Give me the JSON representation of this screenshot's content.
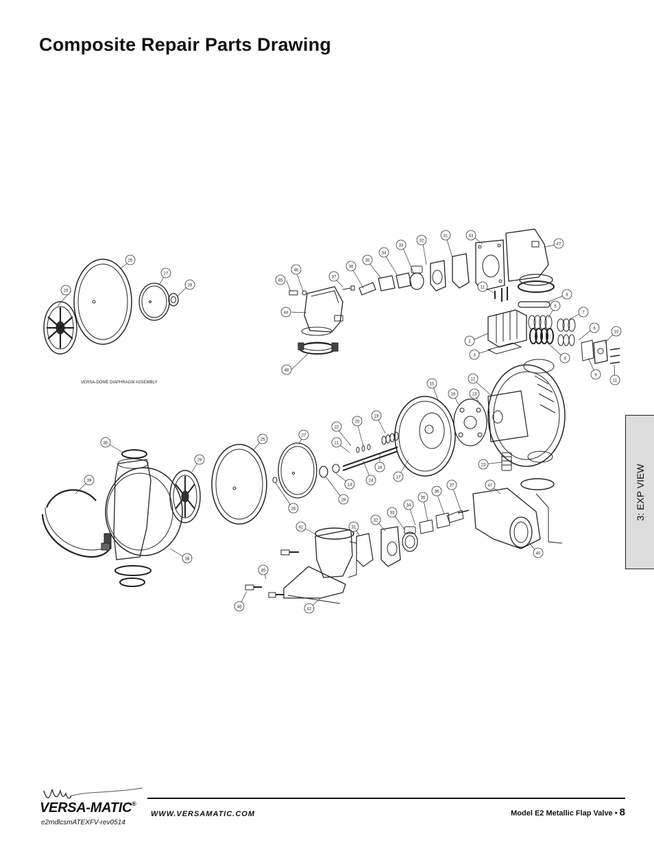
{
  "header": {
    "title": "Composite Repair Parts Drawing"
  },
  "side_tab": {
    "label": "3: EXP VIEW"
  },
  "drawing": {
    "assembly_caption": "VERSA-DOME DIAPHRAGM ASSEMBLY",
    "callouts": [
      {
        "id": "c29a",
        "label": "29"
      },
      {
        "id": "c25a",
        "label": "25"
      },
      {
        "id": "c27a",
        "label": "27"
      },
      {
        "id": "c28a",
        "label": "28"
      },
      {
        "id": "c45a",
        "label": "45"
      },
      {
        "id": "c46a",
        "label": "46"
      },
      {
        "id": "c44",
        "label": "44"
      },
      {
        "id": "c48",
        "label": "48"
      },
      {
        "id": "c37a",
        "label": "37"
      },
      {
        "id": "c36a",
        "label": "36"
      },
      {
        "id": "c35a",
        "label": "35"
      },
      {
        "id": "c34a",
        "label": "34"
      },
      {
        "id": "c33a",
        "label": "33"
      },
      {
        "id": "c32a",
        "label": "32"
      },
      {
        "id": "c31a",
        "label": "31"
      },
      {
        "id": "c43",
        "label": "43"
      },
      {
        "id": "c47a",
        "label": "47"
      },
      {
        "id": "c11a",
        "label": "11"
      },
      {
        "id": "c8",
        "label": "8"
      },
      {
        "id": "c5",
        "label": "5"
      },
      {
        "id": "c7",
        "label": "7"
      },
      {
        "id": "c6",
        "label": "6"
      },
      {
        "id": "c10",
        "label": "10"
      },
      {
        "id": "c2",
        "label": "2"
      },
      {
        "id": "c3",
        "label": "3"
      },
      {
        "id": "c4",
        "label": "4"
      },
      {
        "id": "c9",
        "label": "9"
      },
      {
        "id": "c11b",
        "label": "11"
      },
      {
        "id": "c15",
        "label": "15"
      },
      {
        "id": "c12",
        "label": "12"
      },
      {
        "id": "c16",
        "label": "16"
      },
      {
        "id": "c13",
        "label": "13"
      },
      {
        "id": "c19",
        "label": "19"
      },
      {
        "id": "c20",
        "label": "20"
      },
      {
        "id": "c22",
        "label": "22"
      },
      {
        "id": "c21",
        "label": "21"
      },
      {
        "id": "c18",
        "label": "18"
      },
      {
        "id": "c24",
        "label": "24"
      },
      {
        "id": "c14",
        "label": "14"
      },
      {
        "id": "c17",
        "label": "17"
      },
      {
        "id": "c23",
        "label": "23"
      },
      {
        "id": "c30",
        "label": "30"
      },
      {
        "id": "c25b",
        "label": "25"
      },
      {
        "id": "c27b",
        "label": "27"
      },
      {
        "id": "c29b",
        "label": "29"
      },
      {
        "id": "c39",
        "label": "39"
      },
      {
        "id": "c26",
        "label": "26"
      },
      {
        "id": "c28b",
        "label": "28"
      },
      {
        "id": "c38",
        "label": "38"
      },
      {
        "id": "c37b",
        "label": "37"
      },
      {
        "id": "c47b",
        "label": "47"
      },
      {
        "id": "c36b",
        "label": "36"
      },
      {
        "id": "c35b",
        "label": "35"
      },
      {
        "id": "c34b",
        "label": "34"
      },
      {
        "id": "c33b",
        "label": "33"
      },
      {
        "id": "c32b",
        "label": "32"
      },
      {
        "id": "c31b",
        "label": "31"
      },
      {
        "id": "c41",
        "label": "41"
      },
      {
        "id": "c40",
        "label": "40"
      },
      {
        "id": "c45b",
        "label": "45"
      },
      {
        "id": "c46b",
        "label": "46"
      },
      {
        "id": "c42",
        "label": "42"
      }
    ]
  },
  "footer": {
    "brand": "VERSA-MATIC",
    "registered_mark": "®",
    "document_code": "e2mdlcsmATEXFV-rev0514",
    "website": "WWW.VERSAMATIC.COM",
    "model_label": "Model E2 Metallic Flap Valve •",
    "page_number": "8"
  }
}
